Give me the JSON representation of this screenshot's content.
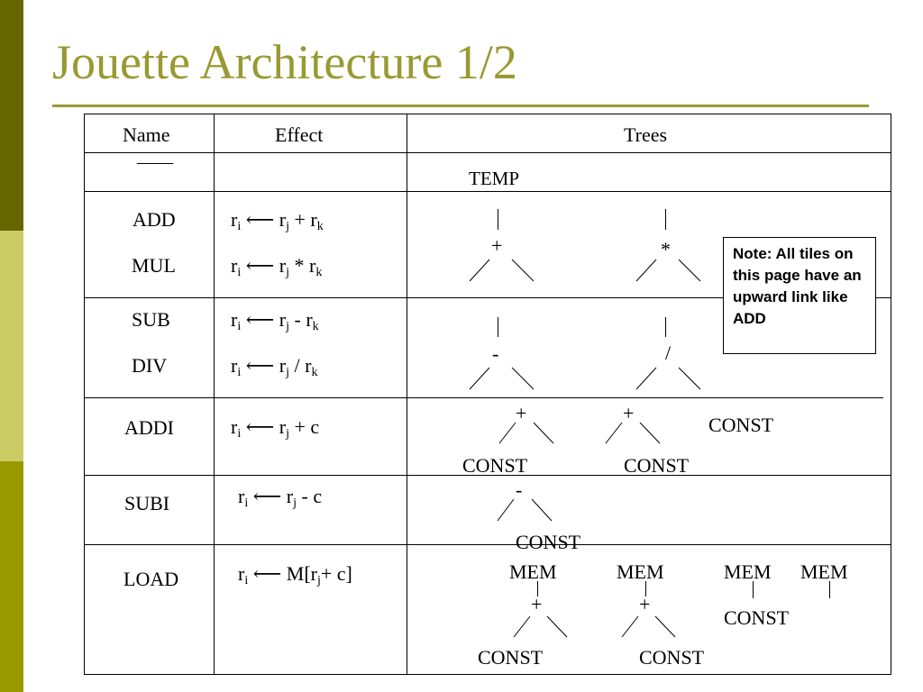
{
  "slide": {
    "title": "Jouette Architecture 1/2",
    "note": "Note: All tiles on this page have an upward link like ADD"
  },
  "table": {
    "headers": [
      "Name",
      "Effect",
      "Trees"
    ],
    "temp_row": {
      "name": "——",
      "tree": "TEMP"
    },
    "rows": {
      "add": {
        "name": "ADD",
        "effect": {
          "lhs": "r",
          "lhs_sub": "i",
          "arrow": "⟵",
          "a": "r",
          "a_sub": "j",
          "op": "+",
          "b": "r",
          "b_sub": "k"
        },
        "tree_op": "+"
      },
      "mul": {
        "name": "MUL",
        "effect": {
          "lhs": "r",
          "lhs_sub": "i",
          "arrow": "⟵",
          "a": "r",
          "a_sub": "j",
          "op": "*",
          "b": "r",
          "b_sub": "k"
        },
        "tree_op": "*"
      },
      "sub": {
        "name": "SUB",
        "effect": {
          "lhs": "r",
          "lhs_sub": "i",
          "arrow": "⟵",
          "a": "r",
          "a_sub": "j",
          "op": "-",
          "b": "r",
          "b_sub": "k"
        },
        "tree_op": "-"
      },
      "div": {
        "name": "DIV",
        "effect": {
          "lhs": "r",
          "lhs_sub": "i",
          "arrow": "⟵",
          "a": "r",
          "a_sub": "j",
          "op": "/",
          "b": "r",
          "b_sub": "k"
        },
        "tree_op": "/"
      },
      "addi": {
        "name": "ADDI",
        "effect": {
          "lhs": "r",
          "lhs_sub": "i",
          "arrow": "⟵",
          "a": "r",
          "a_sub": "j",
          "op": "+",
          "b": "c"
        },
        "trees": {
          "op1": "+",
          "leaf1": "CONST",
          "op2": "+",
          "leaf2": "CONST",
          "single": "CONST"
        }
      },
      "subi": {
        "name": "SUBI",
        "effect": {
          "lhs": "r",
          "lhs_sub": "i",
          "arrow": "⟵",
          "a": "r",
          "a_sub": "j",
          "op": "-",
          "b": "c"
        },
        "trees": {
          "op1": "-",
          "leaf1": "CONST"
        }
      },
      "load": {
        "name": "LOAD",
        "effect": {
          "lhs": "r",
          "lhs_sub": "i",
          "arrow": "⟵",
          "pre": "M[r",
          "a_sub": "j",
          "post": "+ c]"
        },
        "trees": {
          "mem1": "MEM",
          "op1": "+",
          "leaf1": "CONST",
          "mem2": "MEM",
          "op2": "+",
          "leaf2": "CONST",
          "mem3": "MEM",
          "leaf3": "CONST",
          "mem4": "MEM"
        }
      }
    }
  }
}
